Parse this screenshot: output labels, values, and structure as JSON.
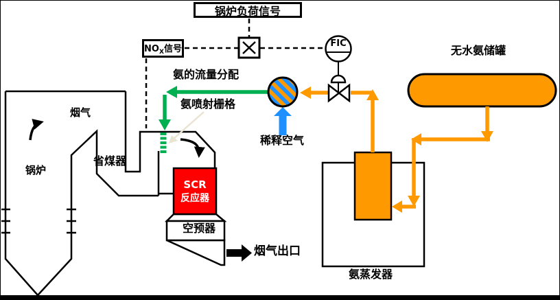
{
  "colors": {
    "pipe_orange": "#FF9900",
    "ammonia_green": "#00B050",
    "air_blue": "#1E90FF",
    "reactor_red": "#FF0000",
    "line_black": "#000000",
    "callout_beige": "#E9E3D2"
  },
  "signal": {
    "boiler_load": "锅炉负荷信号",
    "nox_prefix": "NO",
    "nox_sub": "X",
    "nox_suffix": "信号",
    "controller": "FIC"
  },
  "equipment": {
    "boiler": "锅炉",
    "flue_gas": "烟气",
    "economizer": "省煤器",
    "scr_line1": "SCR",
    "scr_line2": "反应器",
    "air_preheater": "空预器",
    "flue_gas_outlet": "烟气出口",
    "evaporator": "氨蒸发器",
    "tank": "无水氨储罐"
  },
  "flows": {
    "ammonia_distribution": "氨的流量分配",
    "injection_grid": "氨喷射栅格",
    "dilution_air": "稀释空气"
  }
}
